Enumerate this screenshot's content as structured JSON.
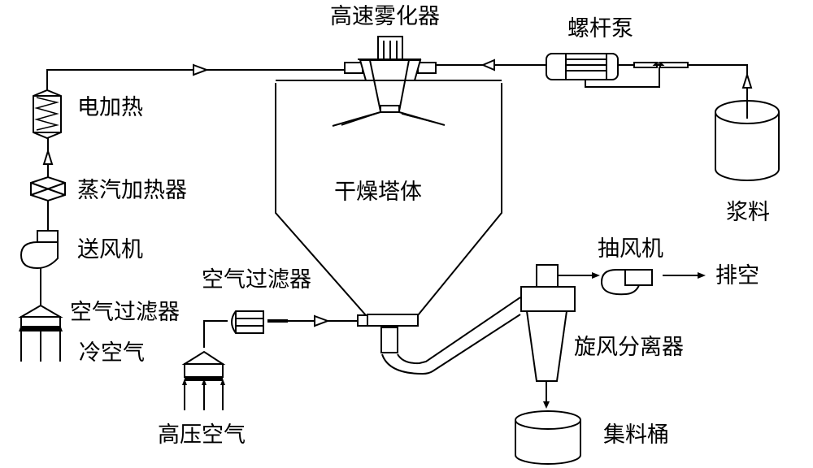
{
  "title": "喷雾干燥工艺流程图",
  "colors": {
    "line": "#000000",
    "background": "#ffffff"
  },
  "labels": {
    "atomizer": "高速雾化器",
    "screw_pump": "螺杆泵",
    "electric_heater": "电加热",
    "steam_heater": "蒸汽加热器",
    "drying_tower": "干燥塔体",
    "slurry": "浆料",
    "blower": "送风机",
    "air_filter_left": "空气过滤器",
    "cold_air": "冷空气",
    "air_filter_mid": "空气过滤器",
    "high_pressure_air": "高压空气",
    "exhaust_fan": "抽风机",
    "vent": "排空",
    "cyclone": "旋风分离器",
    "collection_bucket": "集料桶"
  },
  "nodes": [
    {
      "id": "cold_air",
      "kind": "air-intake"
    },
    {
      "id": "air_filter_left",
      "kind": "filter"
    },
    {
      "id": "blower",
      "kind": "fan"
    },
    {
      "id": "steam_heater",
      "kind": "heat-exchanger"
    },
    {
      "id": "electric_heater",
      "kind": "heater"
    },
    {
      "id": "atomizer",
      "kind": "atomizer"
    },
    {
      "id": "drying_tower",
      "kind": "vessel"
    },
    {
      "id": "slurry",
      "kind": "tank"
    },
    {
      "id": "screw_pump",
      "kind": "pump"
    },
    {
      "id": "high_pressure_air",
      "kind": "air-intake"
    },
    {
      "id": "air_filter_mid",
      "kind": "filter"
    },
    {
      "id": "cyclone",
      "kind": "separator"
    },
    {
      "id": "exhaust_fan",
      "kind": "fan"
    },
    {
      "id": "vent",
      "kind": "outlet"
    },
    {
      "id": "collection_bucket",
      "kind": "tank"
    }
  ],
  "edges": [
    {
      "from": "cold_air",
      "to": "air_filter_left"
    },
    {
      "from": "air_filter_left",
      "to": "blower"
    },
    {
      "from": "blower",
      "to": "steam_heater"
    },
    {
      "from": "steam_heater",
      "to": "electric_heater"
    },
    {
      "from": "electric_heater",
      "to": "atomizer"
    },
    {
      "from": "slurry",
      "to": "screw_pump"
    },
    {
      "from": "screw_pump",
      "to": "atomizer"
    },
    {
      "from": "atomizer",
      "to": "drying_tower"
    },
    {
      "from": "high_pressure_air",
      "to": "air_filter_mid"
    },
    {
      "from": "air_filter_mid",
      "to": "drying_tower"
    },
    {
      "from": "drying_tower",
      "to": "cyclone"
    },
    {
      "from": "cyclone",
      "to": "exhaust_fan"
    },
    {
      "from": "exhaust_fan",
      "to": "vent"
    },
    {
      "from": "cyclone",
      "to": "collection_bucket"
    }
  ]
}
